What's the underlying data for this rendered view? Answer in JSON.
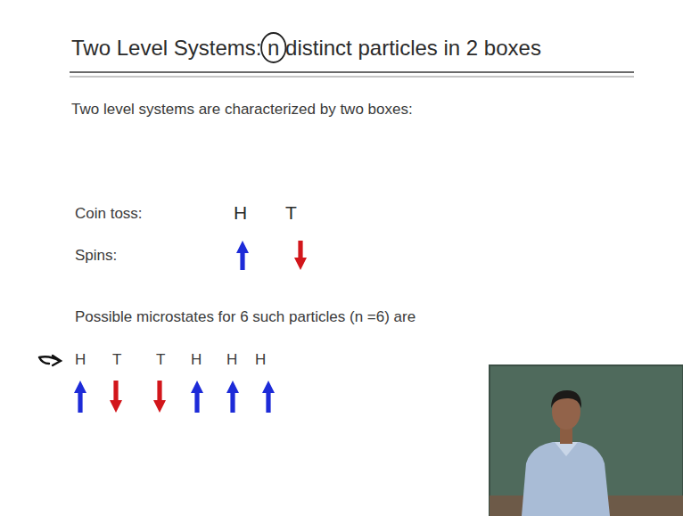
{
  "diagram": {
    "title": "Two Level Systems: n distinct particles in 2 boxes",
    "labels": [
      "Two level systems are characterized by two boxes:",
      "Coin toss:",
      "H",
      "T",
      "Spins:",
      "Possible microstates for 6 such particles (n =6) are",
      "H",
      "T",
      "T",
      "H",
      "H",
      "H"
    ]
  }
}
